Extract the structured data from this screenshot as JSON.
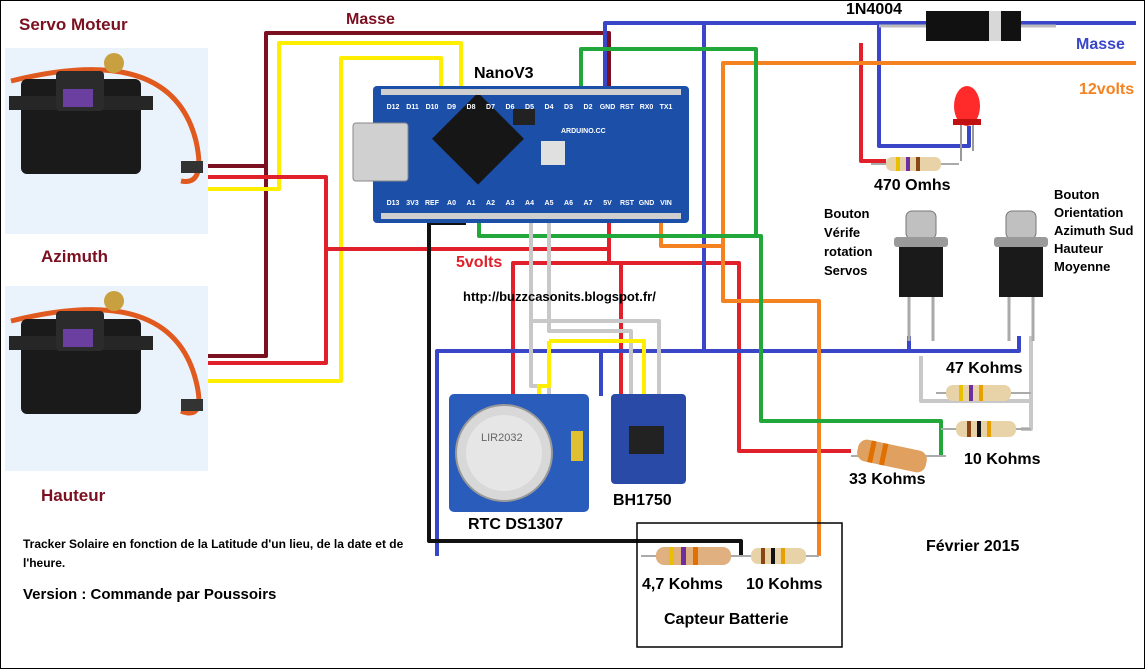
{
  "labels": {
    "servo_moteur": "Servo Moteur",
    "azimuth": "Azimuth",
    "hauteur": "Hauteur",
    "masse_top": "Masse",
    "diode": "1N4004",
    "masse_right": "Masse",
    "volts12": "12volts",
    "nano": "NanoV3",
    "r470": "470 Omhs",
    "btn1_line1": "Bouton",
    "btn1_line2": "Vérife",
    "btn1_line3": "rotation",
    "btn1_line4": "Servos",
    "btn2_line1": "Bouton",
    "btn2_line2": "Orientation",
    "btn2_line3": "Azimuth Sud",
    "btn2_line4": "Hauteur",
    "btn2_line5": "Moyenne",
    "volts5": "5volts",
    "url": "http://buzzcasonits.blogspot.fr/",
    "r47k": "47 Kohms",
    "r10k_a": "10 Kohms",
    "r33k": "33 Kohms",
    "rtc": "RTC DS1307",
    "bh1750": "BH1750",
    "r4_7k": "4,7 Kohms",
    "r10k_b": "10 Kohms",
    "capteur": "Capteur Batterie",
    "date": "Février 2015",
    "description": "Tracker Solaire en fonction de la Latitude d'un lieu, de la date et de l'heure.",
    "version": "Version :  Commande par Poussoirs"
  },
  "board_text": {
    "top_pins": [
      "D12",
      "D11",
      "D10",
      "D9",
      "D8",
      "D7",
      "D6",
      "D5",
      "D4",
      "D3",
      "D2",
      "GND",
      "RST",
      "RX0",
      "TX1"
    ],
    "bottom_pins": [
      "D13",
      "3V3",
      "REF",
      "A0",
      "A1",
      "A2",
      "A3",
      "A4",
      "A5",
      "A6",
      "A7",
      "5V",
      "RST",
      "GND",
      "VIN"
    ],
    "chip_text": "ARDUINO.CC",
    "battery_text": "LIR2032"
  },
  "colors": {
    "masse_dark": "#7a1020",
    "red_5v": "#e0202a",
    "yellow": "#ffee00",
    "blue_gnd": "#3a46c8",
    "orange_12v": "#f58220",
    "green": "#22a83a",
    "grey": "#c8c8c8",
    "black": "#111111",
    "board_blue": "#1c4fa8"
  }
}
